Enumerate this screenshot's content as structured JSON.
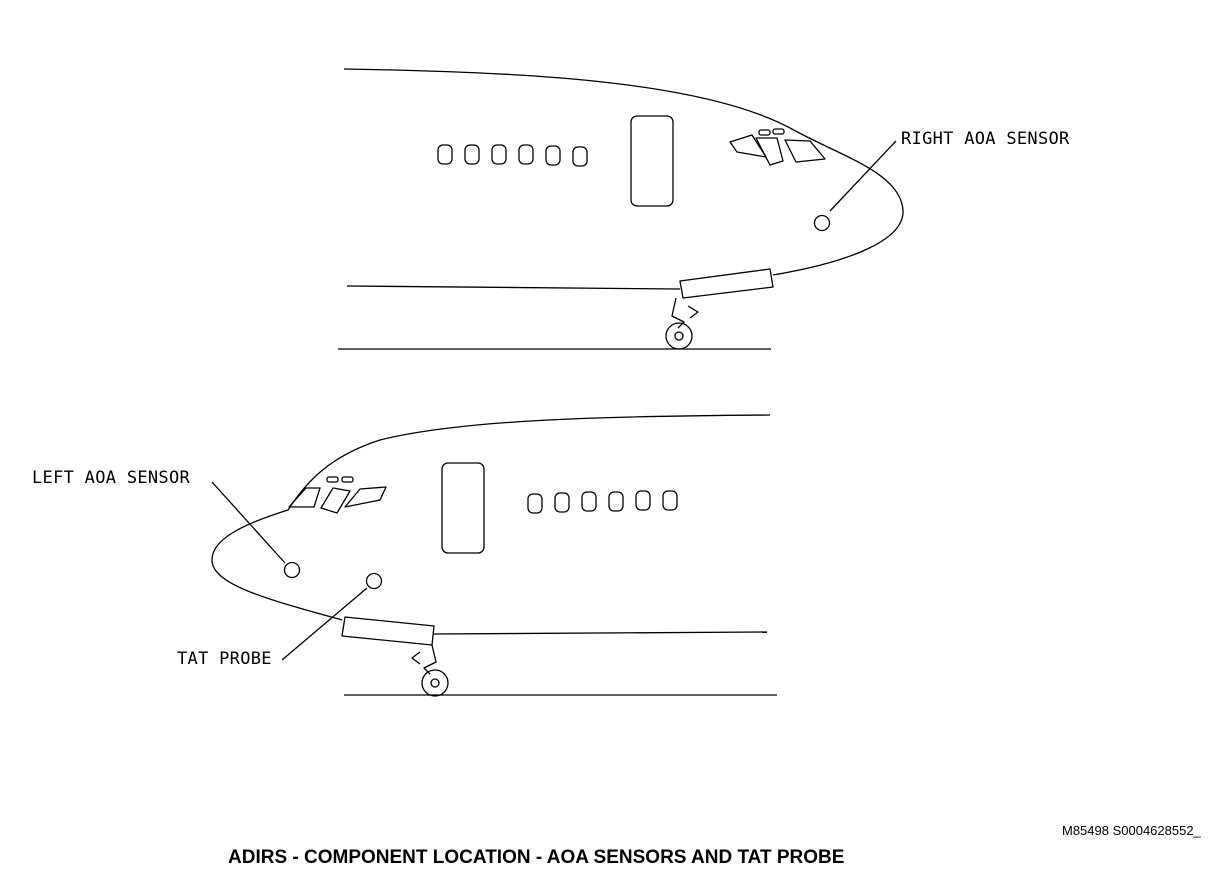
{
  "diagram": {
    "callouts": {
      "right_aoa": "RIGHT AOA SENSOR",
      "left_aoa": "LEFT AOA SENSOR",
      "tat_probe": "TAT PROBE"
    },
    "reference_id": "M85498 S0004628552_",
    "caption": "ADIRS - COMPONENT LOCATION - AOA SENSORS AND TAT PROBE"
  }
}
